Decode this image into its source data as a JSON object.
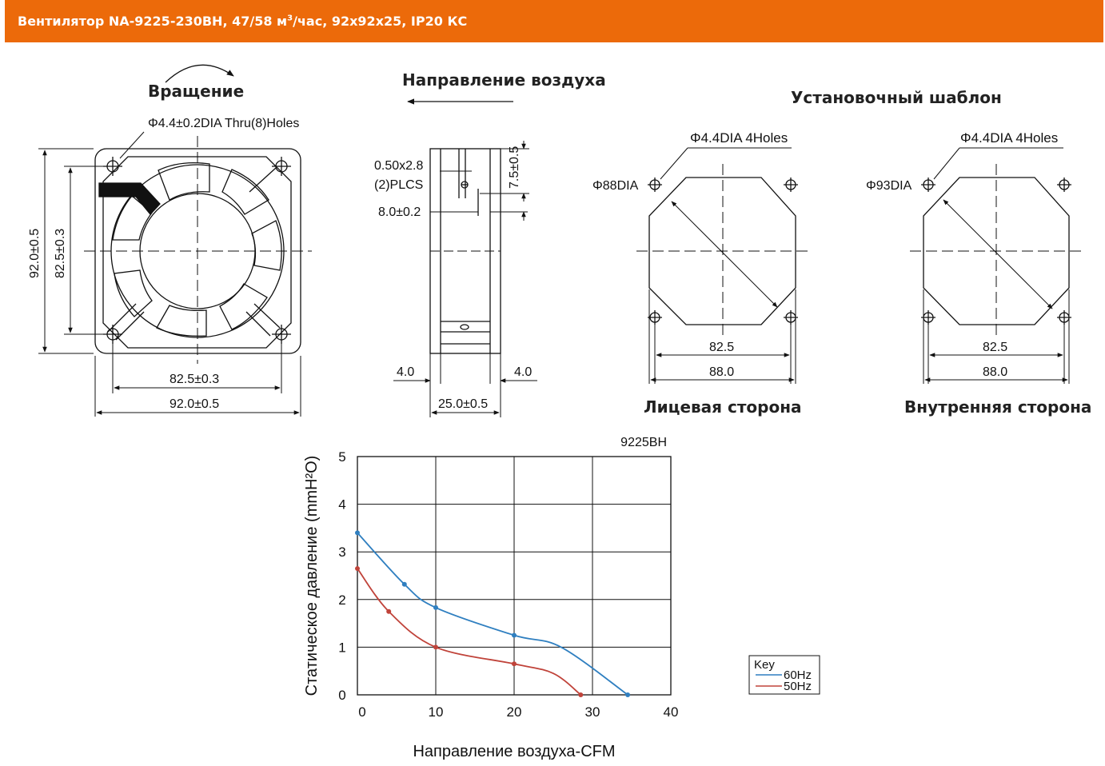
{
  "header": {
    "title_part1": "Вентилятор NA-9225-230BH, 47/58 м",
    "title_sup": "3",
    "title_part2": "/час, 92x92x25, IP20 КС"
  },
  "front_view": {
    "rotation_label": "Вращение",
    "holes_note": "Φ4.4±0.2DIA  Thru(8)Holes",
    "dim_outer_vertical": "92.0±0.5",
    "dim_inner_vertical": "82.5±0.3",
    "dim_inner_horizontal": "82.5±0.3",
    "dim_outer_horizontal": "92.0±0.5"
  },
  "side_view": {
    "airflow_label": "Направление воздуха",
    "slot_dim": "0.50x2.8",
    "slot_qty": "(2)PLCS",
    "dim_top": "7.5±0.5",
    "dim_hole": "8.0±0.2",
    "dim_left": "4.0",
    "dim_right": "4.0",
    "dim_depth": "25.0±0.5"
  },
  "template": {
    "title": "Установочный шаблон",
    "front": {
      "holes_note": "Φ4.4DIA  4Holes",
      "dia_label": "Φ88DIA",
      "dim_inner": "82.5",
      "dim_outer": "88.0",
      "caption": "Лицевая сторона"
    },
    "inner": {
      "holes_note": "Φ4.4DIA  4Holes",
      "dia_label": "Φ93DIA",
      "dim_inner": "82.5",
      "dim_outer": "88.0",
      "caption": "Внутренняя сторона"
    }
  },
  "chart_data": {
    "type": "line",
    "title": "9225BH",
    "xlabel": "Направление воздуха-CFM",
    "ylabel": "Статическое давление (mmH²O)",
    "xlim": [
      0,
      40
    ],
    "ylim": [
      0,
      5
    ],
    "x_ticks": [
      "0",
      "10",
      "20",
      "30",
      "40"
    ],
    "y_ticks": [
      "0",
      "1",
      "2",
      "3",
      "4",
      "5"
    ],
    "grid": true,
    "legend_title": "Key",
    "legend_position": "right",
    "series": [
      {
        "name": "60Hz",
        "color": "#2f7fc0",
        "x": [
          0,
          6,
          10,
          20,
          26,
          34.5
        ],
        "y": [
          3.4,
          2.32,
          1.83,
          1.25,
          1.0,
          0
        ],
        "markers_x": [
          0,
          6,
          10,
          20,
          34.5
        ],
        "markers_y": [
          3.4,
          2.32,
          1.83,
          1.25,
          0
        ]
      },
      {
        "name": "50Hz",
        "color": "#c0433a",
        "x": [
          0,
          4,
          10,
          20,
          25,
          28.5
        ],
        "y": [
          2.65,
          1.75,
          1.0,
          0.65,
          0.45,
          0
        ],
        "markers_x": [
          0,
          4,
          10,
          20,
          28.5
        ],
        "markers_y": [
          2.65,
          1.75,
          1.0,
          0.65,
          0
        ]
      }
    ]
  }
}
